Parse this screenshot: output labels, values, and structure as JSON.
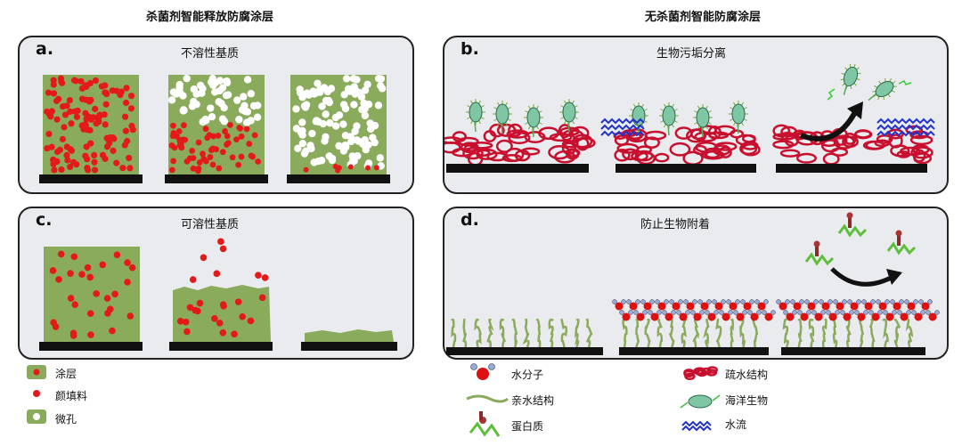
{
  "headers": {
    "left": "杀菌剂智能释放防腐涂层",
    "right": "无杀菌剂智能防腐涂层"
  },
  "panels": {
    "a": {
      "label": "a.",
      "title": "不溶性基质"
    },
    "b": {
      "label": "b.",
      "title": "生物污垢分离"
    },
    "c": {
      "label": "c.",
      "title": "可溶性基质"
    },
    "d": {
      "label": "d.",
      "title": "防止生物附着"
    }
  },
  "legend_left": [
    "涂层",
    "颜填料",
    "微孔"
  ],
  "legend_mid": [
    "水分子",
    "亲水结构",
    "蛋白质"
  ],
  "legend_right": [
    "疏水结构",
    "海洋生物",
    "水流"
  ],
  "colors": {
    "coating": "#8aab5c",
    "pigment": "#e41a1a",
    "pore": "#ffffff",
    "substrate": "#111111",
    "hydrophobic": "#c8102e",
    "water": "#2233cc",
    "organism": "#7fc6a4"
  }
}
